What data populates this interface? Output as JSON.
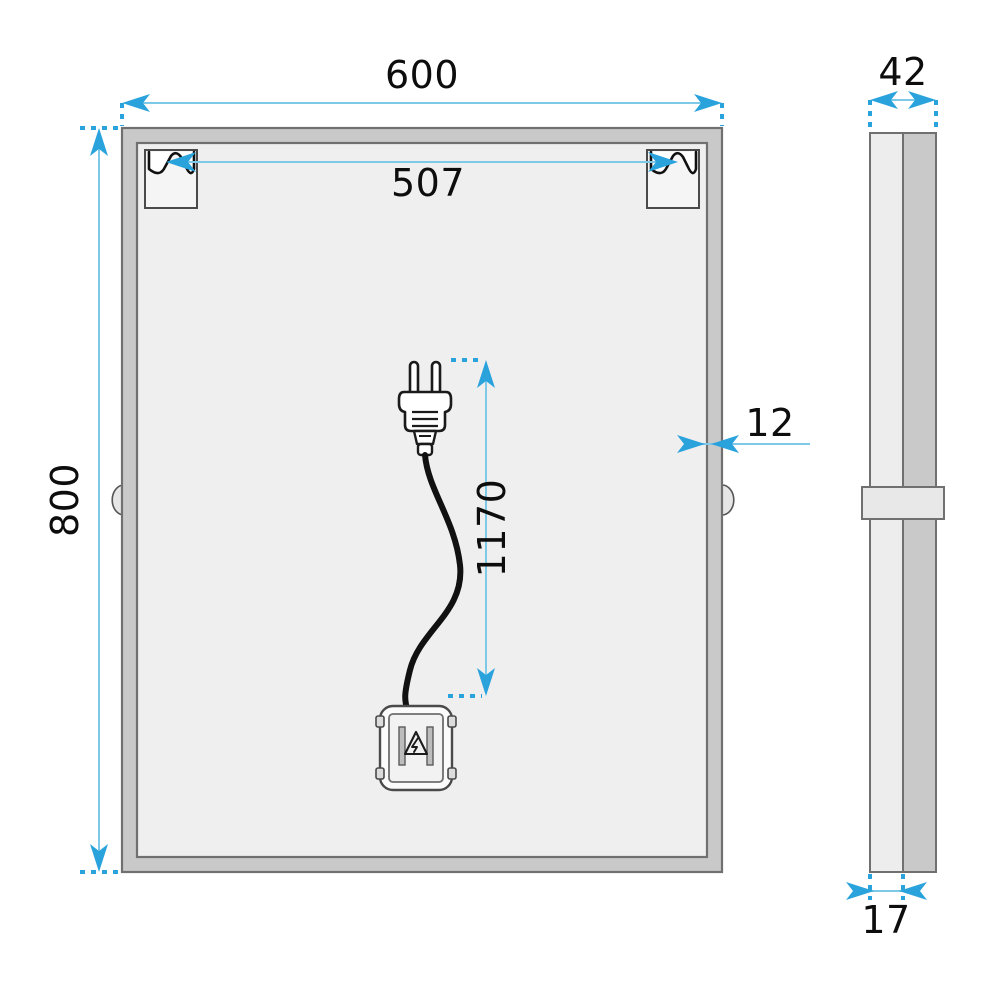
{
  "drawing": {
    "title": "Mirror technical dimension drawing",
    "units": "mm",
    "colors": {
      "dimension_accent": "#2aa3dc",
      "frame_outer": "#c9c9c9",
      "frame_inner_panel": "#efefef",
      "outline": "#6e6e6e",
      "cable": "#111111",
      "side_left_column": "#ededed",
      "side_right_column": "#c9c9c9"
    },
    "front_view": {
      "name": "front-view",
      "dimensions": {
        "width": "600",
        "height": "800",
        "bracket_spacing": "507",
        "frame_thickness": "12",
        "cable_length": "1170"
      },
      "components": {
        "bracket_left": "keyhole-hanger-bracket",
        "bracket_right": "keyhole-hanger-bracket",
        "plug": "two-pin-power-plug",
        "cable": "s-curved-power-cable",
        "junction_box": "electrical-junction-box",
        "warning_symbol": "high-voltage-warning-triangle",
        "nub_left": "edge-nub",
        "nub_right": "edge-nub",
        "nub_top": "edge-nub",
        "nub_bottom": "edge-nub"
      }
    },
    "side_view": {
      "name": "side-view",
      "dimensions": {
        "total_depth": "42",
        "panel_depth": "17"
      },
      "components": {
        "mounting_bracket": "horizontal-mounting-bracket"
      }
    }
  }
}
